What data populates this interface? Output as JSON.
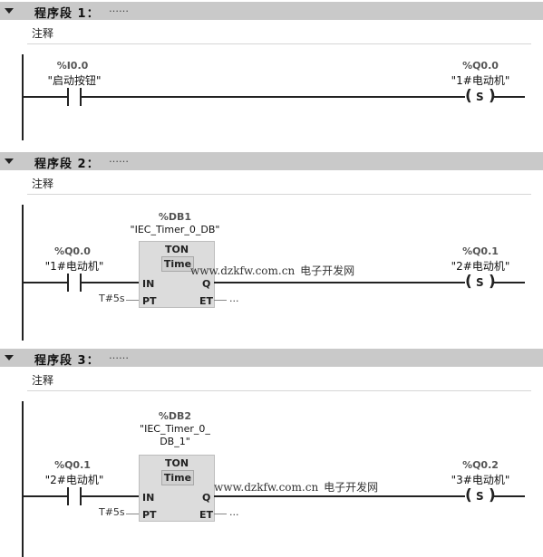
{
  "segments": [
    {
      "title": "程序段 1：",
      "dots": "……",
      "comment": "注释",
      "contact": {
        "address": "%I0.0",
        "symbol": "\"启动按钮\""
      },
      "coil": {
        "address": "%Q0.0",
        "symbol": "\"1#电动机\"",
        "type": "S"
      }
    },
    {
      "title": "程序段 2：",
      "dots": "……",
      "comment": "注释",
      "contact": {
        "address": "%Q0.0",
        "symbol": "\"1#电动机\""
      },
      "timer": {
        "db_address": "%DB1",
        "db_symbol_lines": [
          "\"IEC_Timer_0_DB\""
        ],
        "type": "TON",
        "subtype": "Time",
        "in_label": "IN",
        "pt_label": "PT",
        "q_label": "Q",
        "et_label": "ET",
        "pt_value": "T#5s",
        "et_value": "..."
      },
      "coil": {
        "address": "%Q0.1",
        "symbol": "\"2#电动机\"",
        "type": "S"
      },
      "watermark": {
        "url": "www.dzkfw.com.cn",
        "name": "电子开发网"
      }
    },
    {
      "title": "程序段 3：",
      "dots": "……",
      "comment": "注释",
      "contact": {
        "address": "%Q0.1",
        "symbol": "\"2#电动机\""
      },
      "timer": {
        "db_address": "%DB2",
        "db_symbol_lines": [
          "\"IEC_Timer_0_",
          "DB_1\""
        ],
        "type": "TON",
        "subtype": "Time",
        "in_label": "IN",
        "pt_label": "PT",
        "q_label": "Q",
        "et_label": "ET",
        "pt_value": "T#5s",
        "et_value": "..."
      },
      "coil": {
        "address": "%Q0.2",
        "symbol": "\"3#电动机\"",
        "type": "S"
      },
      "watermark": {
        "url": "www.dzkfw.com.cn",
        "name": "电子开发网"
      }
    }
  ]
}
